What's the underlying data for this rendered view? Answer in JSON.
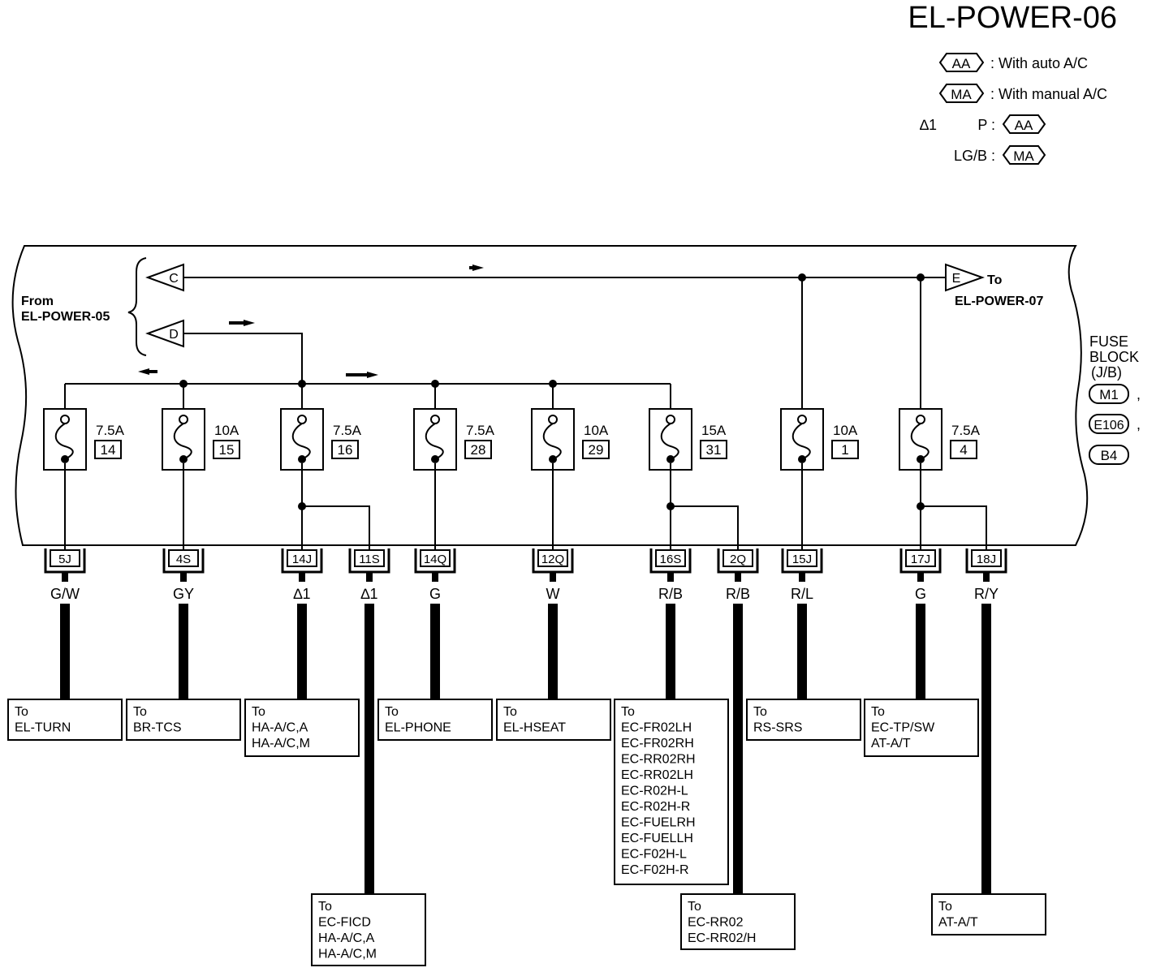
{
  "title": "EL-POWER-06",
  "legend": {
    "aa_tag": "AA",
    "aa_text": ": With auto A/C",
    "ma_tag": "MA",
    "ma_text": ": With manual A/C",
    "star_mark": "∆1",
    "star_p": "P :",
    "star_lgb": "LG/B :"
  },
  "from_label_1": "From",
  "from_label_2": "EL-POWER-05",
  "to_label_1": "To",
  "to_label_2": "EL-POWER-07",
  "connector_c": "C",
  "connector_d": "D",
  "connector_e": "E",
  "fuse_block": {
    "line1": "FUSE",
    "line2": "BLOCK",
    "line3": "(J/B)",
    "connectors": [
      "M1",
      "E106",
      "B4"
    ]
  },
  "fuses": [
    {
      "amps": "7.5A",
      "num": "14"
    },
    {
      "amps": "10A",
      "num": "15"
    },
    {
      "amps": "7.5A",
      "num": "16"
    },
    {
      "amps": "7.5A",
      "num": "28"
    },
    {
      "amps": "10A",
      "num": "29"
    },
    {
      "amps": "15A",
      "num": "31"
    },
    {
      "amps": "10A",
      "num": "1"
    },
    {
      "amps": "7.5A",
      "num": "4"
    }
  ],
  "terminals": [
    {
      "label": "5J",
      "wire": "G/W"
    },
    {
      "label": "4S",
      "wire": "GY"
    },
    {
      "label": "14J",
      "wire": "∆1"
    },
    {
      "label": "11S",
      "wire": "∆1"
    },
    {
      "label": "14Q",
      "wire": "G"
    },
    {
      "label": "12Q",
      "wire": "W"
    },
    {
      "label": "16S",
      "wire": "R/B"
    },
    {
      "label": "2Q",
      "wire": "R/B"
    },
    {
      "label": "15J",
      "wire": "R/L"
    },
    {
      "label": "17J",
      "wire": "G"
    },
    {
      "label": "18J",
      "wire": "R/Y"
    }
  ],
  "destinations": [
    {
      "lines": [
        "To",
        "EL-TURN"
      ]
    },
    {
      "lines": [
        "To",
        "BR-TCS"
      ]
    },
    {
      "lines": [
        "To",
        "HA-A/C,A",
        "HA-A/C,M"
      ]
    },
    {
      "lines": [
        "To",
        "EC-FICD",
        "HA-A/C,A",
        "HA-A/C,M"
      ]
    },
    {
      "lines": [
        "To",
        "EL-PHONE"
      ]
    },
    {
      "lines": [
        "To",
        "EL-HSEAT"
      ]
    },
    {
      "lines": [
        "To",
        "EC-FR02LH",
        "EC-FR02RH",
        "EC-RR02RH",
        "EC-RR02LH",
        "EC-R02H-L",
        "EC-R02H-R",
        "EC-FUELRH",
        "EC-FUELLH",
        "EC-F02H-L",
        "EC-F02H-R"
      ]
    },
    {
      "lines": [
        "To",
        "EC-RR02",
        "EC-RR02/H"
      ]
    },
    {
      "lines": [
        "To",
        "RS-SRS"
      ]
    },
    {
      "lines": [
        "To",
        "EC-TP/SW",
        "AT-A/T"
      ]
    },
    {
      "lines": [
        "To",
        "AT-A/T"
      ]
    }
  ]
}
